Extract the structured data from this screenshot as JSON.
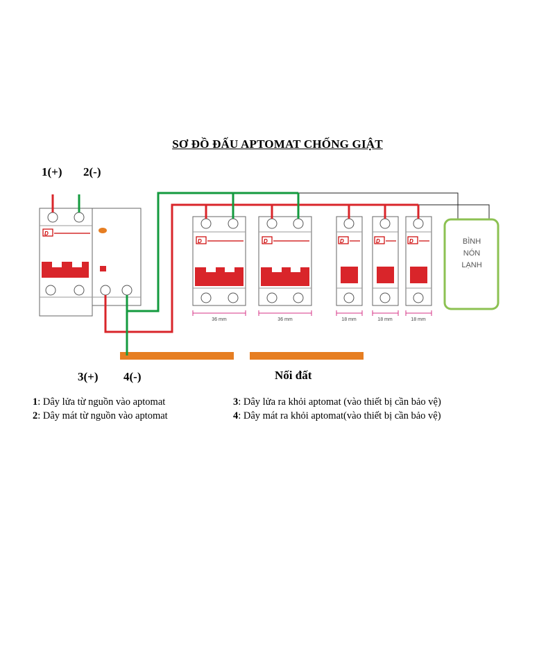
{
  "title": "SƠ ĐỒ ĐẤU APTOMAT CHỐNG GIẬT",
  "terminals": {
    "t1": "1(+)",
    "t2": "2(-)",
    "t3": "3(+)",
    "t4": "4(-)"
  },
  "ground_label": "Nối đất",
  "appliance": {
    "line1": "BÌNH",
    "line2": "NÓN",
    "line3": "LẠNH"
  },
  "widths": [
    "36 mm",
    "36 mm",
    "18 mm",
    "18 mm",
    "18 mm"
  ],
  "legend": [
    {
      "num": "1",
      "text": ": Dây lửa từ nguồn vào aptomat"
    },
    {
      "num": "2",
      "text": ": Dây mát từ nguồn vào aptomat"
    },
    {
      "num": "3",
      "text": ": Dây lửa ra khỏi aptomat (vào thiết bị cần bảo vệ)"
    },
    {
      "num": "4",
      "text": ": Dây mát ra khỏi aptomat(vào thiết bị cần bảo vệ)"
    }
  ],
  "colors": {
    "live_wire": "#d9252a",
    "neutral_wire": "#139a3e",
    "ground_bar": "#e67e22",
    "appliance_border": "#8cc152"
  }
}
